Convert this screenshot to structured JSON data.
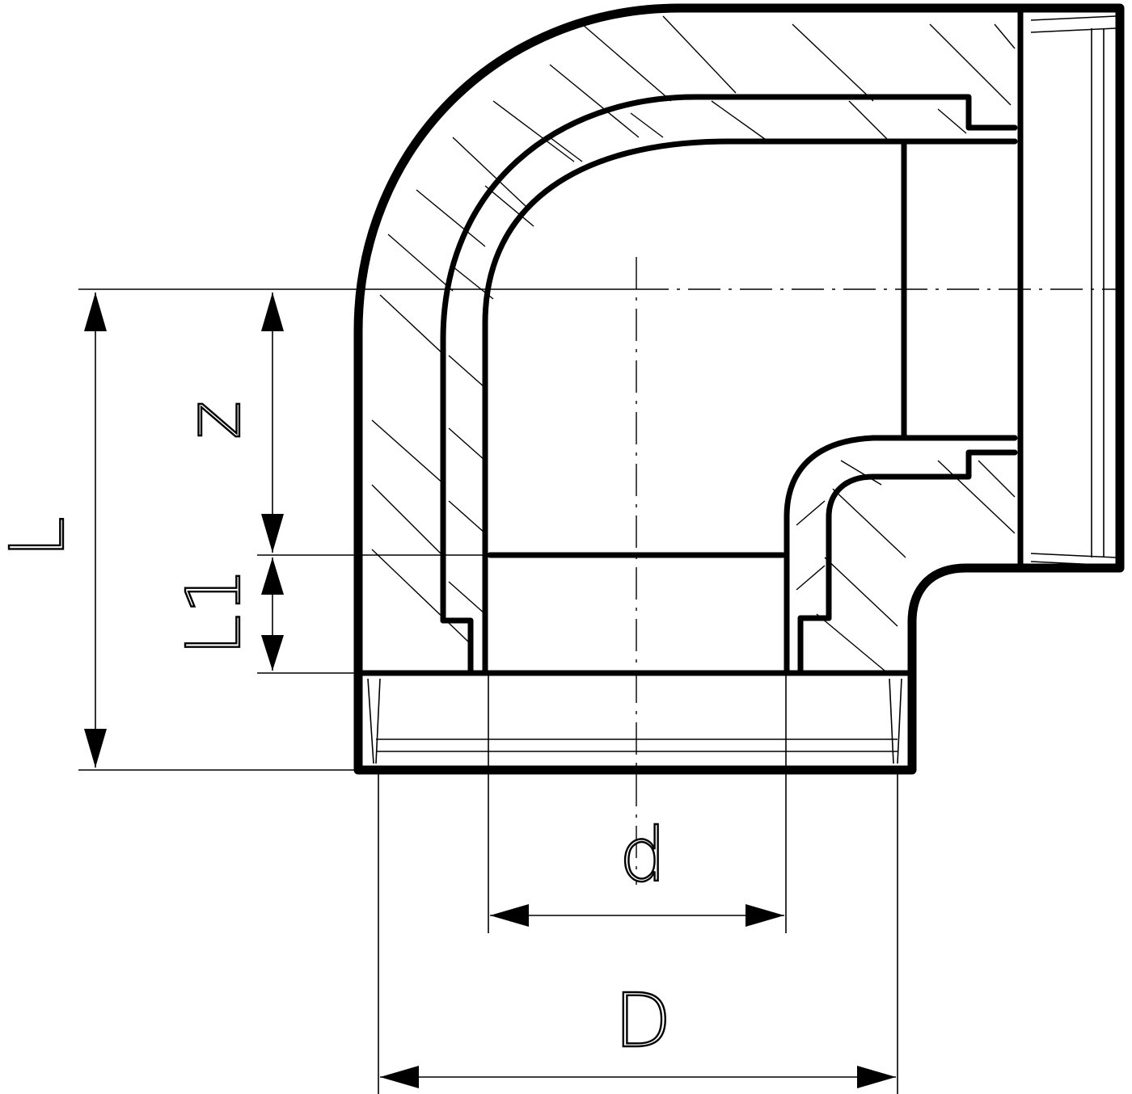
{
  "labels": {
    "L": "L",
    "z": "z",
    "L1": "L1",
    "d": "d",
    "D": "D"
  }
}
